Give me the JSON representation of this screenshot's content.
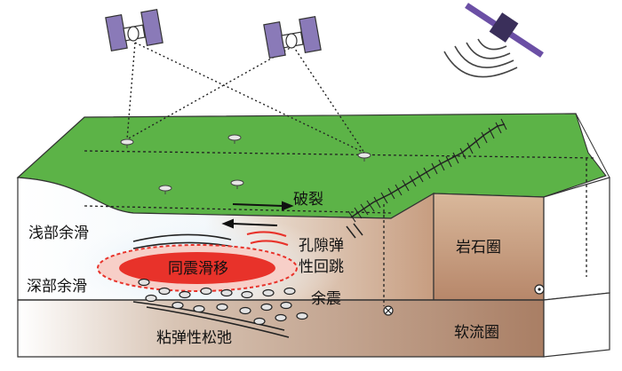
{
  "labels": {
    "shallow_afterslip": "浅部余滑",
    "deep_afterslip": "深部余滑",
    "coseismic_slip": "同震滑移",
    "pore_elastic_rebound_line1": "孔隙弹",
    "pore_elastic_rebound_line2": "性回跳",
    "aftershocks": "余震",
    "rupture": "破裂",
    "lithosphere": "岩石圈",
    "asthenosphere": "软流圈",
    "viscoelastic_relaxation": "粘弹性松弛"
  },
  "colors": {
    "surface_green": "#5cb347",
    "lithosphere_brown": "#c49a7a",
    "asthenosphere_brown": "#b0846a",
    "slip_red": "#e8322a",
    "satellite_purple": "#8a7ab8",
    "insar_satellite_purple": "#6b4fa5"
  },
  "icons": {
    "gps_satellite": "gps-satellite-icon",
    "insar_satellite": "insar-satellite-icon",
    "gps_station": "gps-station-icon"
  }
}
